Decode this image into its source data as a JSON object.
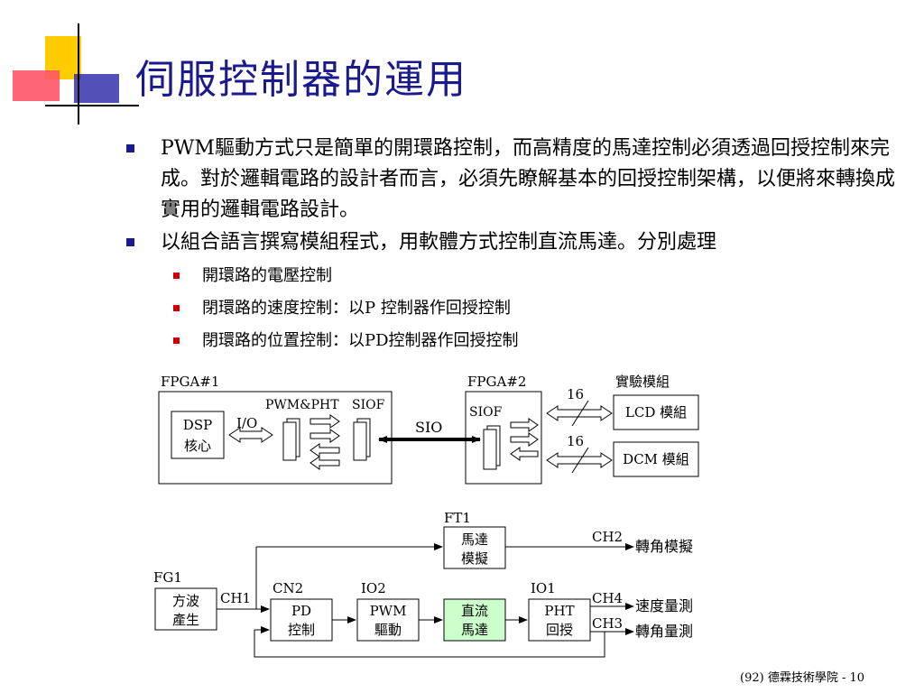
{
  "slide": {
    "title": "伺服控制器的運用",
    "footer": "(92) 德霖技術學院 - 10",
    "accent_color": "#1a1a8c"
  },
  "bullets": [
    {
      "level": 1,
      "text": "PWM驅動方式只是簡單的開環路控制，而高精度的馬達控制必須透過回授控制來完成。對於邏輯電路的設計者而言，必須先瞭解基本的回授控制架構，以便將來轉換成實用的邏輯電路設計。"
    },
    {
      "level": 1,
      "text": "以組合語言撰寫模組程式，用軟體方式控制直流馬達。分別處理"
    },
    {
      "level": 2,
      "text": "開環路的電壓控制"
    },
    {
      "level": 2,
      "text": "閉環路的速度控制：以P 控制器作回授控制"
    },
    {
      "level": 2,
      "text": "閉環路的位置控制：以PD控制器作回授控制"
    }
  ],
  "diagram1": {
    "fpga1": "FPGA#1",
    "fpga2": "FPGA#2",
    "lab_modules": "實驗模組",
    "dsp_line1": "DSP",
    "dsp_line2": "核心",
    "io": "I/O",
    "pwm_pht": "PWM&PHT",
    "siof_1": "SIOF",
    "sio": "SIO",
    "siof_2": "SIOF",
    "bus_width_1": "16",
    "bus_width_2": "16",
    "lcd": "LCD 模組",
    "dcm": "DCM 模組"
  },
  "diagram2": {
    "ft1": "FT1",
    "motor_sim_line1": "馬達",
    "motor_sim_line2": "模擬",
    "ch2": "CH2",
    "angle_sim": "轉角模擬",
    "fg1": "FG1",
    "wave_line1": "方波",
    "wave_line2": "產生",
    "ch1": "CH1",
    "cn2": "CN2",
    "pd_line1": "PD",
    "pd_line2": "控制",
    "io2": "IO2",
    "pwm_line1": "PWM",
    "pwm_line2": "驅動",
    "dc_line1": "直流",
    "dc_line2": "馬達",
    "io1": "IO1",
    "pht_line1": "PHT",
    "pht_line2": "回授",
    "ch4": "CH4",
    "speed_meas": "速度量測",
    "ch3": "CH3",
    "angle_meas": "轉角量測",
    "motor_fill": "#ccffcc"
  }
}
